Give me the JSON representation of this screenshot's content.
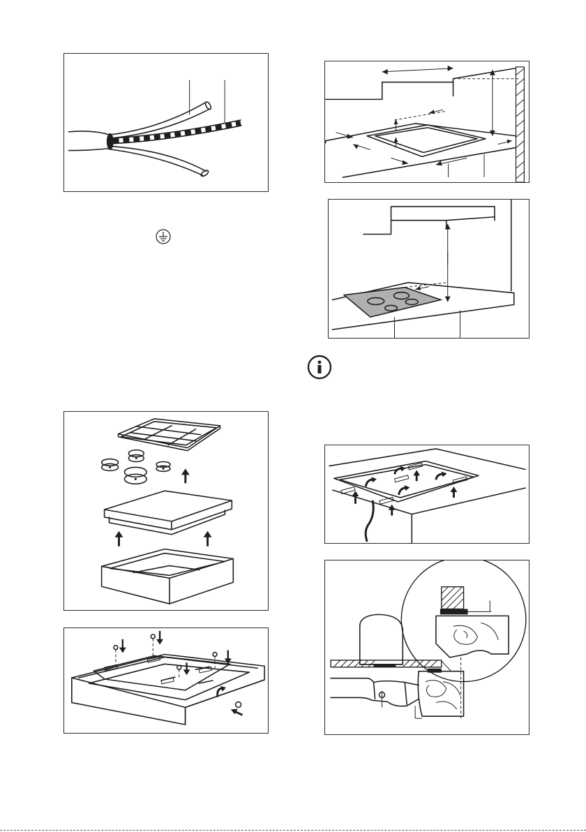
{
  "figures": [
    {
      "id": "cable",
      "description_icon": "cable-conductors"
    },
    {
      "id": "cutout-dimensions",
      "description_icon": "worktop-cutout"
    },
    {
      "id": "hob-clearance",
      "description_icon": "hob-in-worktop"
    },
    {
      "id": "exploded-hob",
      "description_icon": "hob-exploded-view"
    },
    {
      "id": "fixing-brackets",
      "description_icon": "brackets-inverted-hob"
    },
    {
      "id": "brackets-under-worktop",
      "description_icon": "worktop-brackets"
    },
    {
      "id": "seal-cross-section",
      "description_icon": "seal-detail"
    }
  ],
  "icons": {
    "ground": "earth-ground-icon",
    "info": "info-icon"
  },
  "colors": {
    "ink": "#1f1f1f",
    "hob_surface": "#b0b0b0"
  }
}
